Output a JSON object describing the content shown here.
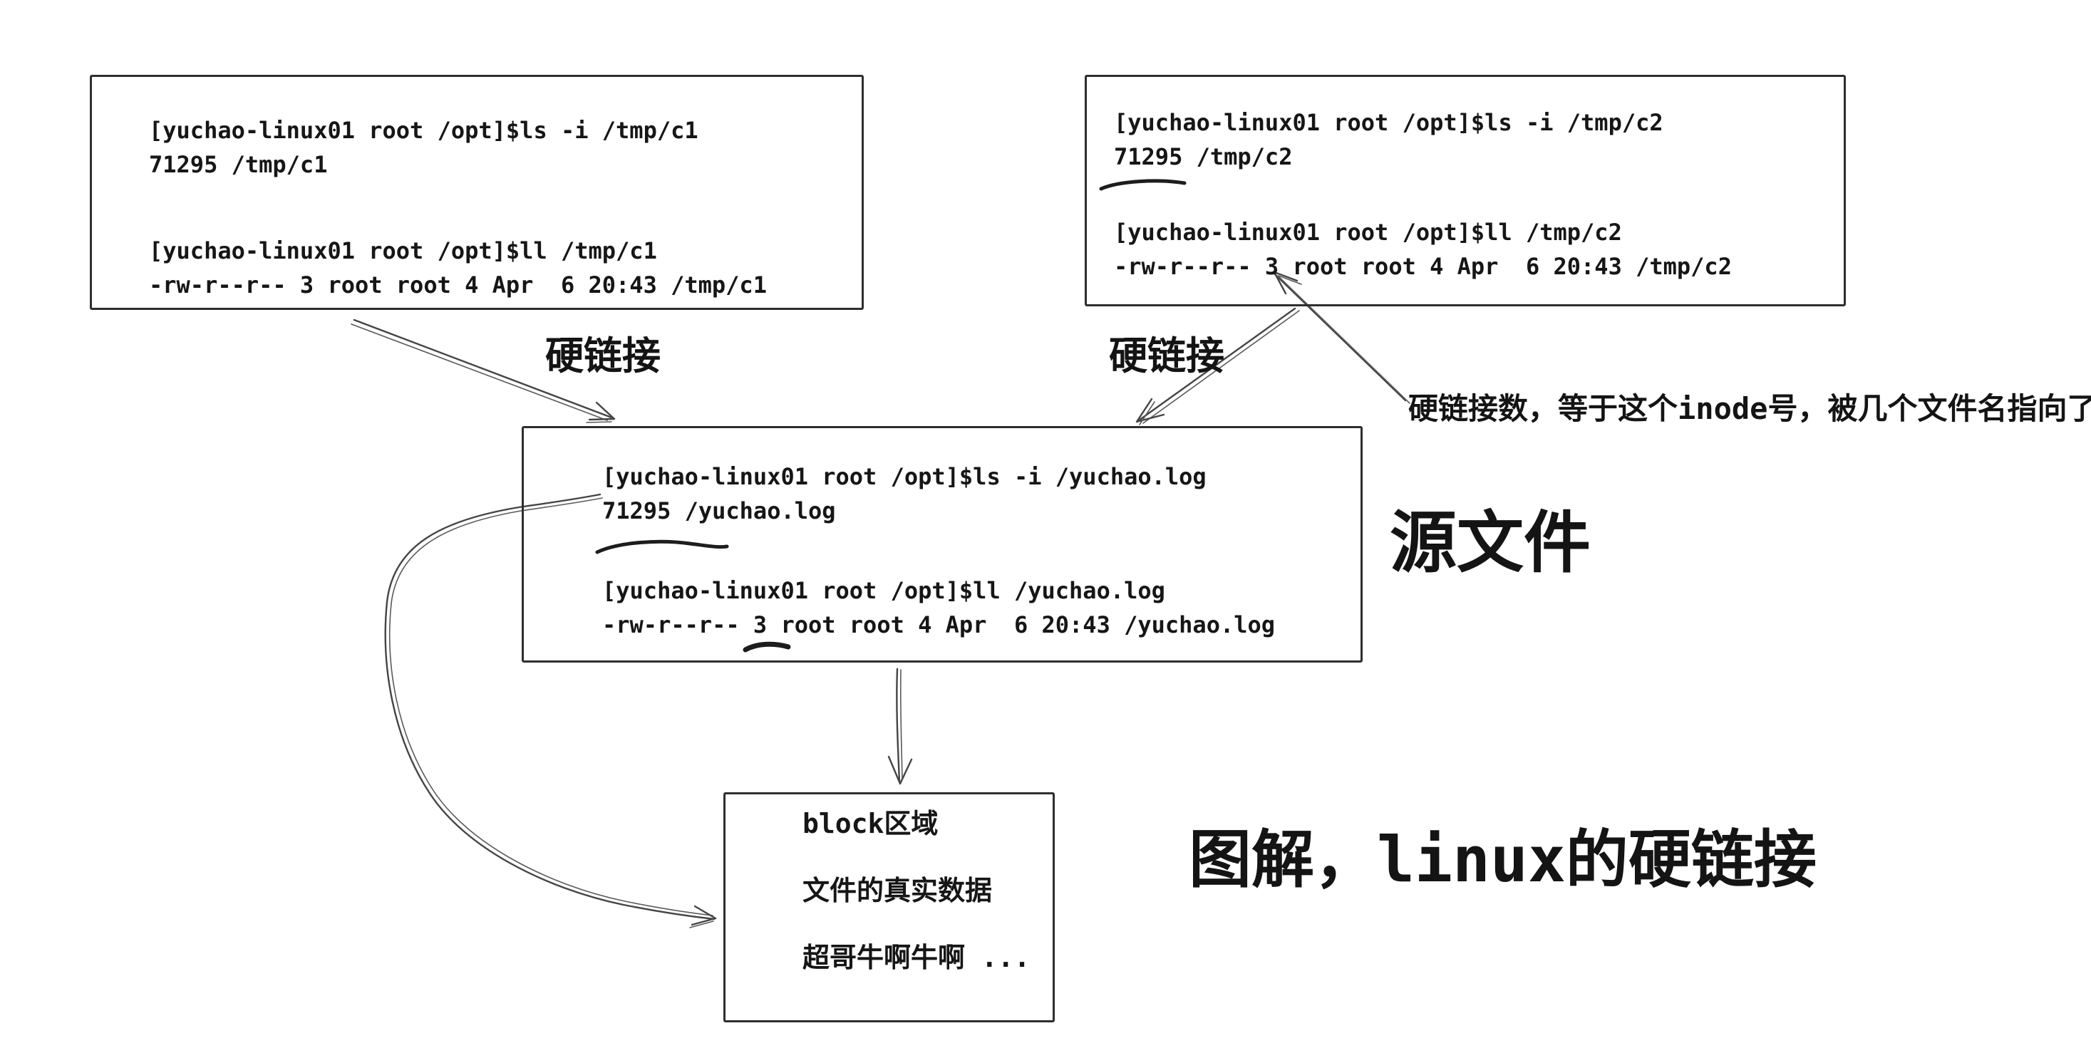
{
  "canvas": {
    "width": "2934",
    "height": "1478"
  },
  "colors": {
    "background": "#ffffff",
    "ink": "#161616",
    "stroke": "#454545"
  },
  "boxes": {
    "tmp_c1": {
      "lines": [
        "[yuchao-linux01 root /opt]$ls -i /tmp/c1",
        "71295 /tmp/c1",
        "[yuchao-linux01 root /opt]$ll /tmp/c1",
        "-rw-r--r-- 3 root root 4 Apr  6 20:43 /tmp/c1"
      ]
    },
    "tmp_c2": {
      "lines": [
        "[yuchao-linux01 root /opt]$ls -i /tmp/c2",
        "71295 /tmp/c2",
        "[yuchao-linux01 root /opt]$ll /tmp/c2",
        "-rw-r--r-- 3 root root 4 Apr  6 20:43 /tmp/c2"
      ]
    },
    "source": {
      "lines": [
        "[yuchao-linux01 root /opt]$ls -i /yuchao.log",
        "71295 /yuchao.log",
        "[yuchao-linux01 root /opt]$ll /yuchao.log",
        "-rw-r--r-- 3 root root 4 Apr  6 20:43 /yuchao.log"
      ]
    },
    "block": {
      "lines": [
        "block区域",
        "文件的真实数据",
        "超哥牛啊牛啊 ..."
      ]
    }
  },
  "labels": {
    "hardlink_left": "硬链接",
    "hardlink_right": "硬链接",
    "annotation_pre": "硬链接数，等于这个",
    "annotation_mono": "inode",
    "annotation_post": "号，被几个文件名指向了",
    "source_file": "源文件",
    "title_pre": "图解，",
    "title_mono": "linux",
    "title_post": "的硬链接"
  }
}
